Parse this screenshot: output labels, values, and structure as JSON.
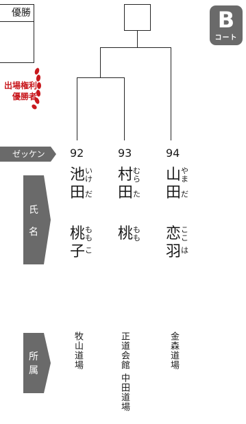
{
  "winner_box": {
    "label": "優勝"
  },
  "qualification": {
    "line1": "出場権利",
    "line2": "優勝者"
  },
  "court": {
    "letter": "B",
    "sub": "コート"
  },
  "labels": {
    "zekken": "ゼッケン",
    "name_1": "氏",
    "name_2": "名",
    "aff_1": "所",
    "aff_2": "属"
  },
  "players": [
    {
      "number": "92",
      "surname_1": "池",
      "surname_1_ruby": "いけ",
      "surname_2": "田",
      "surname_2_ruby": "だ",
      "given_1": "桃",
      "given_1_ruby": "もも",
      "given_2": "子",
      "given_2_ruby": "こ",
      "affiliation": "牧山道場"
    },
    {
      "number": "93",
      "surname_1": "村",
      "surname_1_ruby": "むら",
      "surname_2": "田",
      "surname_2_ruby": "た",
      "given_1": "桃",
      "given_1_ruby": "もも",
      "given_2": "",
      "given_2_ruby": "",
      "affiliation": "正道会館 中田道場"
    },
    {
      "number": "94",
      "surname_1": "山",
      "surname_1_ruby": "やま",
      "surname_2": "田",
      "surname_2_ruby": "だ",
      "given_1": "恋",
      "given_1_ruby": "ここ",
      "given_2": "羽",
      "given_2_ruby": "は",
      "affiliation": "金森道場"
    }
  ],
  "colors": {
    "accent_red": "#c8191e",
    "tab_gray": "#6a6a6a"
  }
}
